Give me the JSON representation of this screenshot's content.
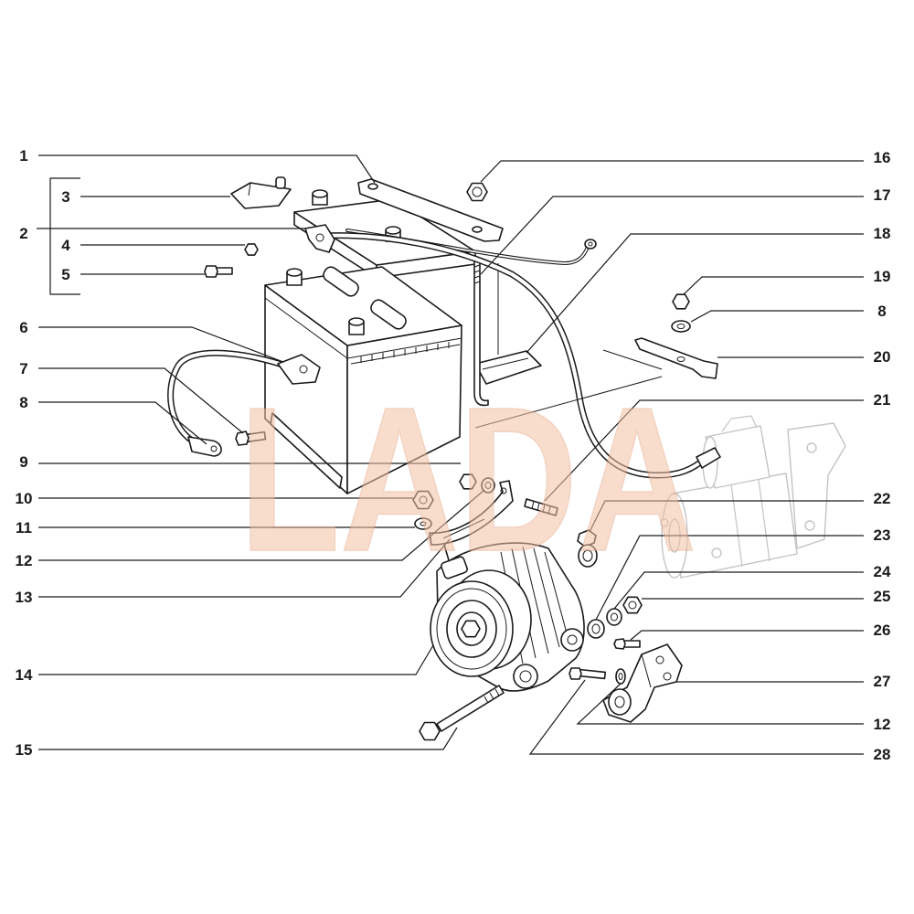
{
  "watermark": "LADA",
  "callouts": {
    "left": [
      "1",
      "2",
      "3",
      "4",
      "5",
      "6",
      "7",
      "8",
      "9",
      "10",
      "11",
      "12",
      "13",
      "14",
      "15"
    ],
    "right": [
      "16",
      "17",
      "18",
      "19",
      "8",
      "20",
      "21",
      "22",
      "23",
      "24",
      "25",
      "26",
      "27",
      "12",
      "28"
    ]
  }
}
